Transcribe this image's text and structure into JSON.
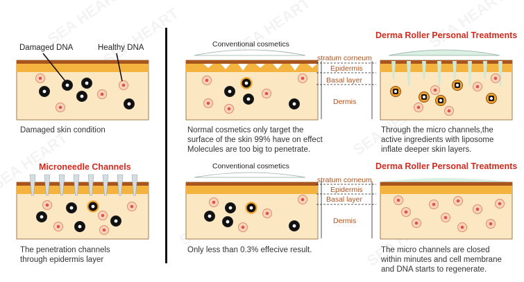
{
  "watermark": "SEA HEART",
  "colors": {
    "skin_top": "#a9541c",
    "epidermis": "#f3b33e",
    "dermis": "#fbe8c3",
    "accent_red": "#d42a1e",
    "layer_label": "#b0521e",
    "divider": "#111111"
  },
  "panel_damaged": {
    "label_damaged": "Damaged DNA",
    "label_healthy": "Healthy DNA",
    "caption": "Damaged skin condition"
  },
  "panel_microneedle": {
    "title": "Microneedle Channels",
    "caption_line1": "The penetration channels",
    "caption_line2": "through epidermis layer"
  },
  "panel_conventional_top": {
    "title": "Conventional cosmetics",
    "caption_line1": "Normal cosmetics only target the",
    "caption_line2": "surface of the skin 99% have on effect",
    "caption_line3": "Molecules are too big to penetrate."
  },
  "layer_labels_top": {
    "stratum": "stratum corneum",
    "epidermis": "Epidermis",
    "basal": "Basal layer",
    "dermis": "Dermis"
  },
  "panel_derma_top": {
    "title": "Derma Roller Personal Treatments",
    "caption_line1": "Through the micro channels,the",
    "caption_line2": "active ingredients with liposome",
    "caption_line3": "inflate deeper skin layers."
  },
  "panel_conventional_bottom": {
    "title": "Conventional cosmetics",
    "caption": "Only less than 0.3% effecive result."
  },
  "layer_labels_bottom": {
    "stratum": "stratum corneum",
    "epidermis": "Epidermis",
    "basal": "Basal layer",
    "dermis": "Dermis"
  },
  "panel_derma_bottom": {
    "title": "Derma Roller Personal Treatments",
    "caption_line1": "The micro channels are closed",
    "caption_line2": "within minutes and cell membrane",
    "caption_line3": "and DNA starts to regenerate."
  }
}
